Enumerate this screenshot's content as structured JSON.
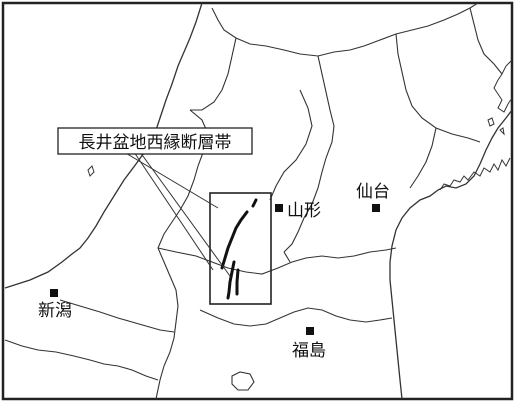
{
  "map": {
    "callout": {
      "label": "長井盆地西縁断層帯"
    },
    "cities": [
      {
        "id": "niigata",
        "label": "新潟"
      },
      {
        "id": "yamagata",
        "label": "山形"
      },
      {
        "id": "sendai",
        "label": "仙台"
      },
      {
        "id": "fukushima",
        "label": "福島"
      }
    ],
    "colors": {
      "border_lines": "#333333",
      "frame": "#222222",
      "fault_trace": "#111111",
      "marker": "#111111",
      "background": "#ffffff"
    }
  }
}
